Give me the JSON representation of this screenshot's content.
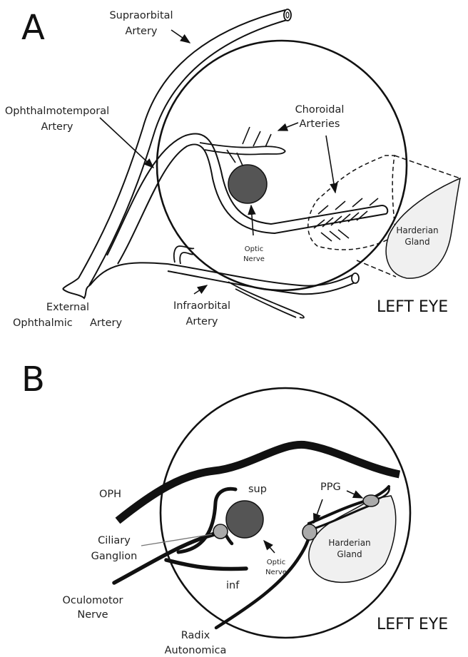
{
  "panel_a": {
    "letter": "A",
    "supraorbital": [
      "Supraorbital",
      "Artery"
    ],
    "ophthalmotemporal": [
      "Ophthalmotemporal",
      "Artery"
    ],
    "choroidal": [
      "Choroidal",
      "Arteries"
    ],
    "optic_nerve": [
      "Optic",
      "Nerve"
    ],
    "harderian": [
      "Harderian",
      "Gland"
    ],
    "external_ophthalmic": [
      "External",
      "Ophthalmic",
      "Artery"
    ],
    "infraorbital": [
      "Infraorbital",
      "Artery"
    ],
    "eye": "LEFT EYE"
  },
  "panel_b": {
    "letter": "B",
    "oph": "OPH",
    "sup": "sup",
    "ppg": "PPG",
    "ciliary": [
      "Ciliary",
      "Ganglion"
    ],
    "optic_nerve": [
      "Optic",
      "Nerve"
    ],
    "harderian": [
      "Harderian",
      "Gland"
    ],
    "inf": "inf",
    "oculomotor": [
      "Oculomotor",
      "Nerve"
    ],
    "radix": [
      "Radix",
      "Autonomica"
    ],
    "eye": "LEFT EYE"
  },
  "colors": {
    "ink": "#111111",
    "nerve_fill": "#555555",
    "ganglion_fill": "#aaaaaa",
    "gland_fill": "#f0f0f0"
  }
}
